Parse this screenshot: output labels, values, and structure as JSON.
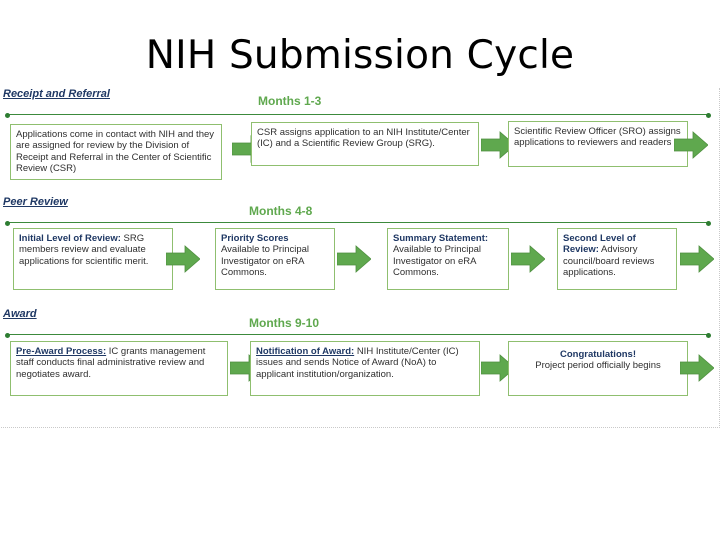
{
  "slide": {
    "title": "NIH Submission Cycle",
    "accent_green": "#5FA84E",
    "line_green": "#3C8A3C",
    "heading_navy": "#1F3864",
    "box_border": "#8FBF6F"
  },
  "rows": [
    {
      "phase": "Receipt and Referral",
      "months": "Months 1-3",
      "steps": [
        {
          "heading": "",
          "body": "Applications come in contact with NIH and they are assigned for review by the Division of Receipt and Referral in the Center of Scientific Review (CSR)"
        },
        {
          "heading": "",
          "body": "CSR assigns application to an NIH Institute/Center (IC) and a Scientific Review Group (SRG)."
        },
        {
          "heading": "",
          "body": "Scientific Review Officer (SRO) assigns applications to reviewers and readers"
        }
      ]
    },
    {
      "phase": "Peer Review",
      "months": "Months 4-8",
      "steps": [
        {
          "heading": "Initial Level of Review:",
          "body": "SRG members review and evaluate applications for scientific merit."
        },
        {
          "heading": "Priority Scores",
          "body": "Available to Principal Investigator on eRA Commons."
        },
        {
          "heading": "Summary Statement:",
          "body": "Available to Principal Investigator on eRA Commons."
        },
        {
          "heading": "Second Level of Review:",
          "body": " Advisory council/board reviews applications."
        }
      ]
    },
    {
      "phase": "Award",
      "months": "Months 9-10",
      "steps": [
        {
          "heading": "Pre-Award Process:",
          "body": " IC grants management staff conducts final administrative review and negotiates award."
        },
        {
          "heading": "Notification of Award:",
          "body": " NIH Institute/Center (IC) issues and sends Notice of Award (NoA) to applicant institution/organization."
        },
        {
          "heading": "Congratulations!",
          "body": "Project period officially begins"
        }
      ]
    }
  ]
}
